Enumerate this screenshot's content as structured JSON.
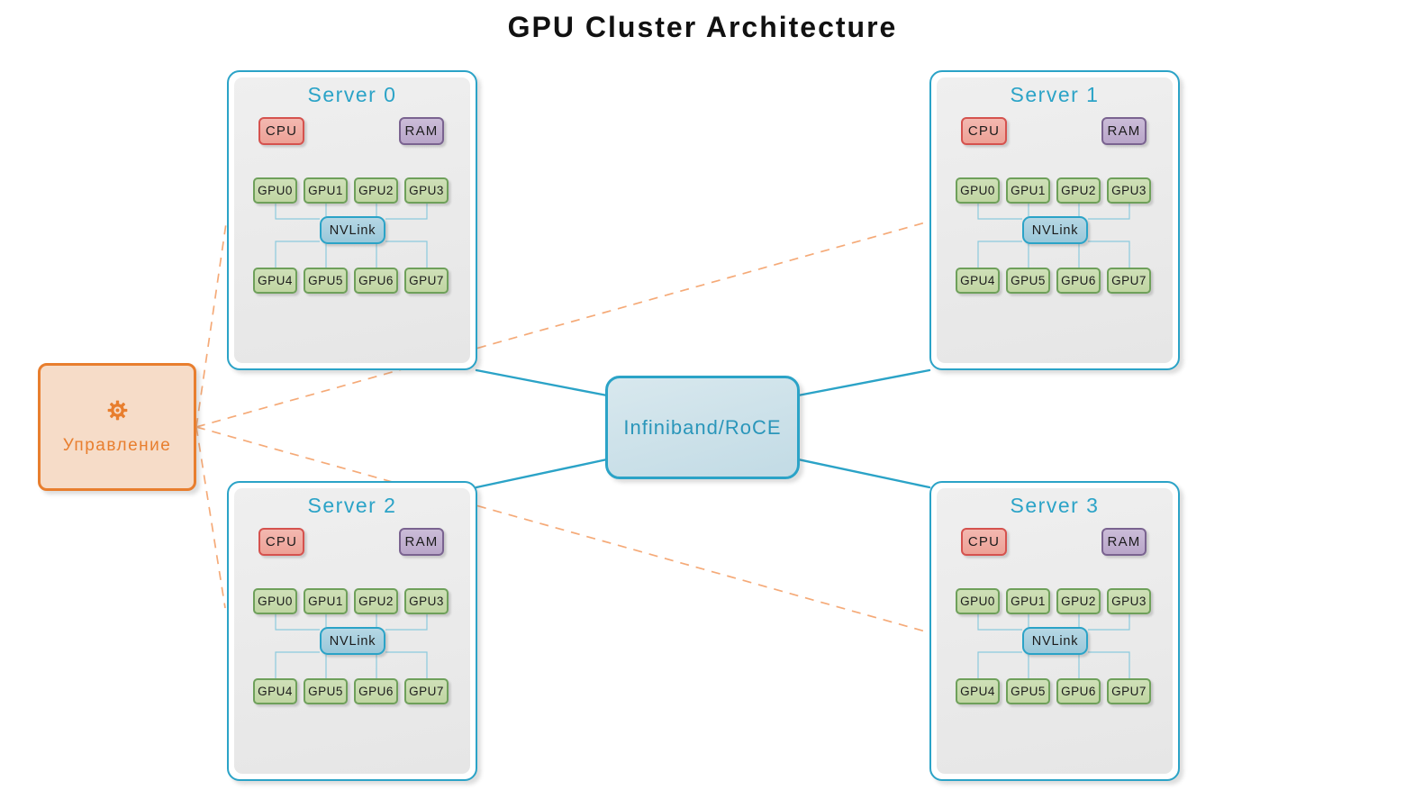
{
  "title": "GPU Cluster Architecture",
  "management": {
    "label": "Управление",
    "icon": "gear-icon"
  },
  "network": {
    "label": "Infiniband/RoCE"
  },
  "servers": [
    {
      "name": "Server 0",
      "cpu_label": "CPU",
      "ram_label": "RAM",
      "nvlink_label": "NVLink",
      "gpus": [
        "GPU0",
        "GPU1",
        "GPU2",
        "GPU3",
        "GPU4",
        "GPU5",
        "GPU6",
        "GPU7"
      ]
    },
    {
      "name": "Server 1",
      "cpu_label": "CPU",
      "ram_label": "RAM",
      "nvlink_label": "NVLink",
      "gpus": [
        "GPU0",
        "GPU1",
        "GPU2",
        "GPU3",
        "GPU4",
        "GPU5",
        "GPU6",
        "GPU7"
      ]
    },
    {
      "name": "Server 2",
      "cpu_label": "CPU",
      "ram_label": "RAM",
      "nvlink_label": "NVLink",
      "gpus": [
        "GPU0",
        "GPU1",
        "GPU2",
        "GPU3",
        "GPU4",
        "GPU5",
        "GPU6",
        "GPU7"
      ]
    },
    {
      "name": "Server 3",
      "cpu_label": "CPU",
      "ram_label": "RAM",
      "nvlink_label": "NVLink",
      "gpus": [
        "GPU0",
        "GPU1",
        "GPU2",
        "GPU3",
        "GPU4",
        "GPU5",
        "GPU6",
        "GPU7"
      ]
    }
  ],
  "colors": {
    "accent_cyan": "#2ba3c7",
    "cyan_light": "#8ccadd",
    "orange": "#e87e2e",
    "orange_light": "#f5aa78",
    "cpu_fill": "#f0aaa3",
    "cpu_border": "#d5524e",
    "ram_fill": "#c2b1d0",
    "ram_border": "#7a6390",
    "gpu_fill": "#c7daac",
    "gpu_border": "#6ea05a",
    "nvlink_fill": "#a5cfde",
    "mgmt_fill": "#f6dcc8",
    "gray_panel": "#e9e9e9"
  }
}
